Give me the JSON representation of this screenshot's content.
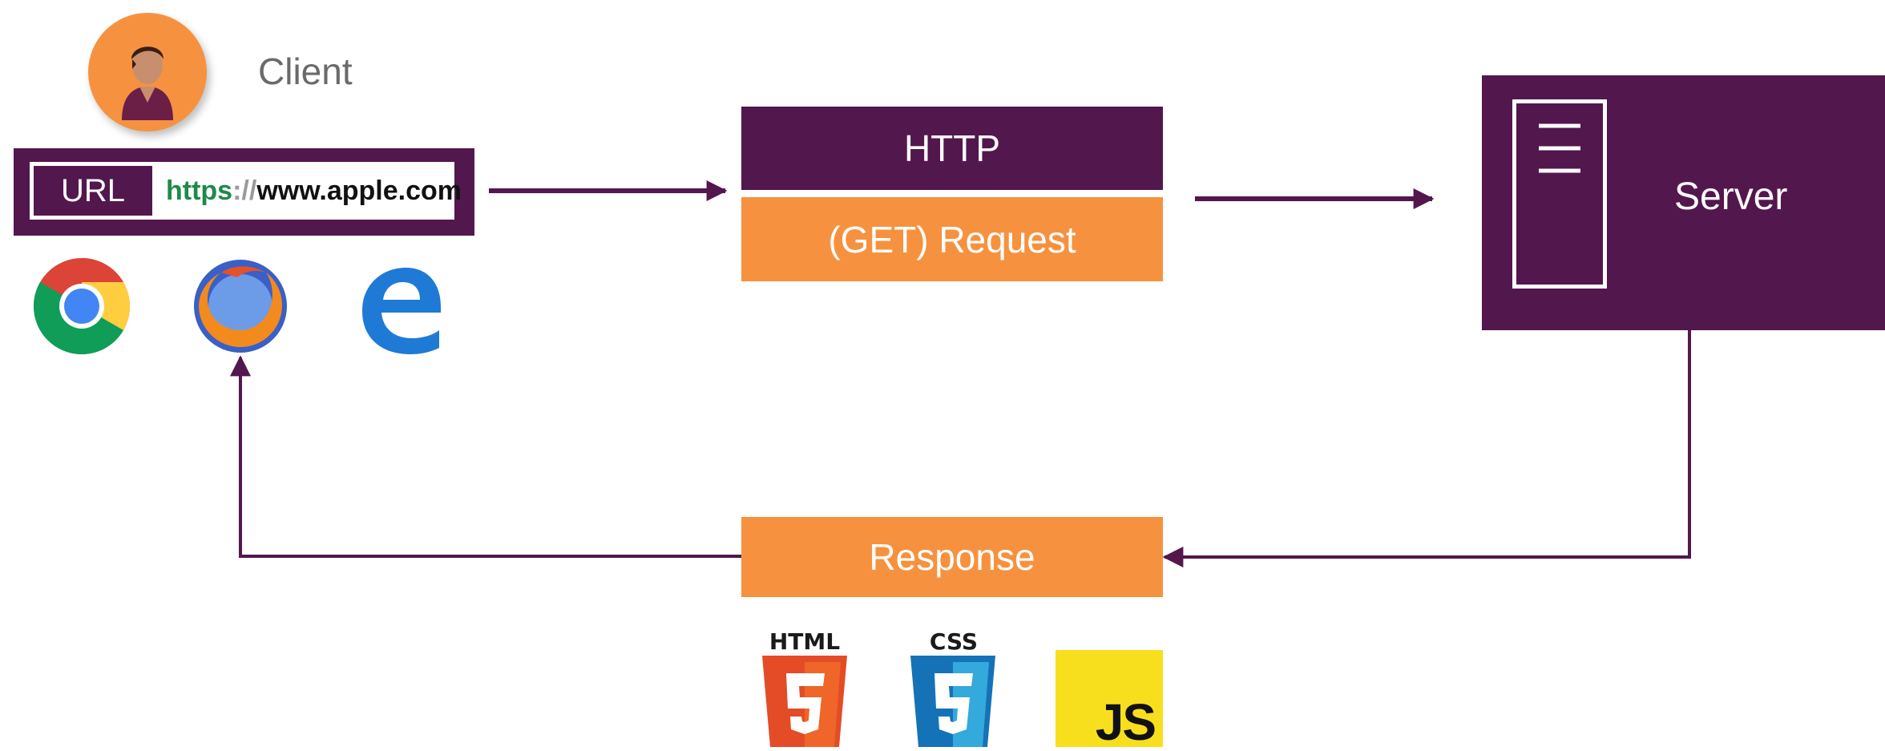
{
  "client": {
    "label": "Client"
  },
  "urlbar": {
    "tag": "URL",
    "scheme": "https",
    "separator": "://",
    "host": "www.apple.com"
  },
  "browsers": [
    "chrome-icon",
    "firefox-icon",
    "edge-icon"
  ],
  "request": {
    "protocol": "HTTP",
    "label": "(GET) Request"
  },
  "server": {
    "label": "Server"
  },
  "response": {
    "label": "Response"
  },
  "tech": {
    "html": "HTML",
    "css": "CSS",
    "js": "JS"
  },
  "colors": {
    "purple": "#52174d",
    "orange": "#f6923f",
    "js_yellow": "#f7df1e"
  }
}
